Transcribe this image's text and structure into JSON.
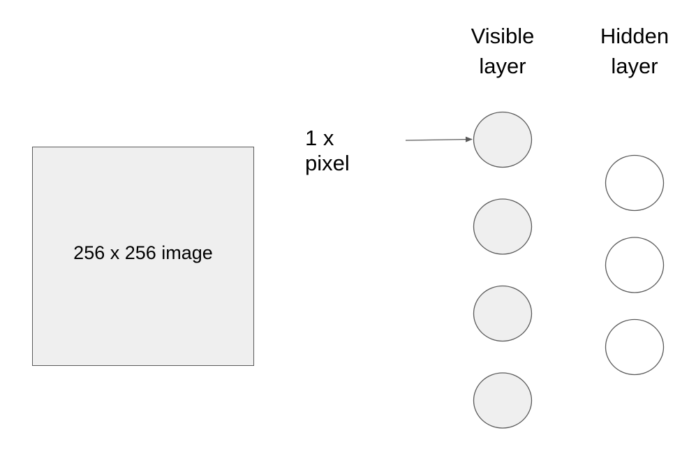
{
  "image": {
    "label": "256 x 256 image",
    "fill_color": "#efefef",
    "border_color": "#595959"
  },
  "visible_layer": {
    "title_line1": "Visible",
    "title_line2": "layer",
    "node_count": 4,
    "node_fill": "#efefef"
  },
  "hidden_layer": {
    "title_line1": "Hidden",
    "title_line2": "layer",
    "node_count": 3,
    "node_fill": "#ffffff"
  },
  "pixel_annotation": {
    "label": "1 x pixel"
  },
  "colors": {
    "stroke": "#595959",
    "text": "#000000"
  }
}
